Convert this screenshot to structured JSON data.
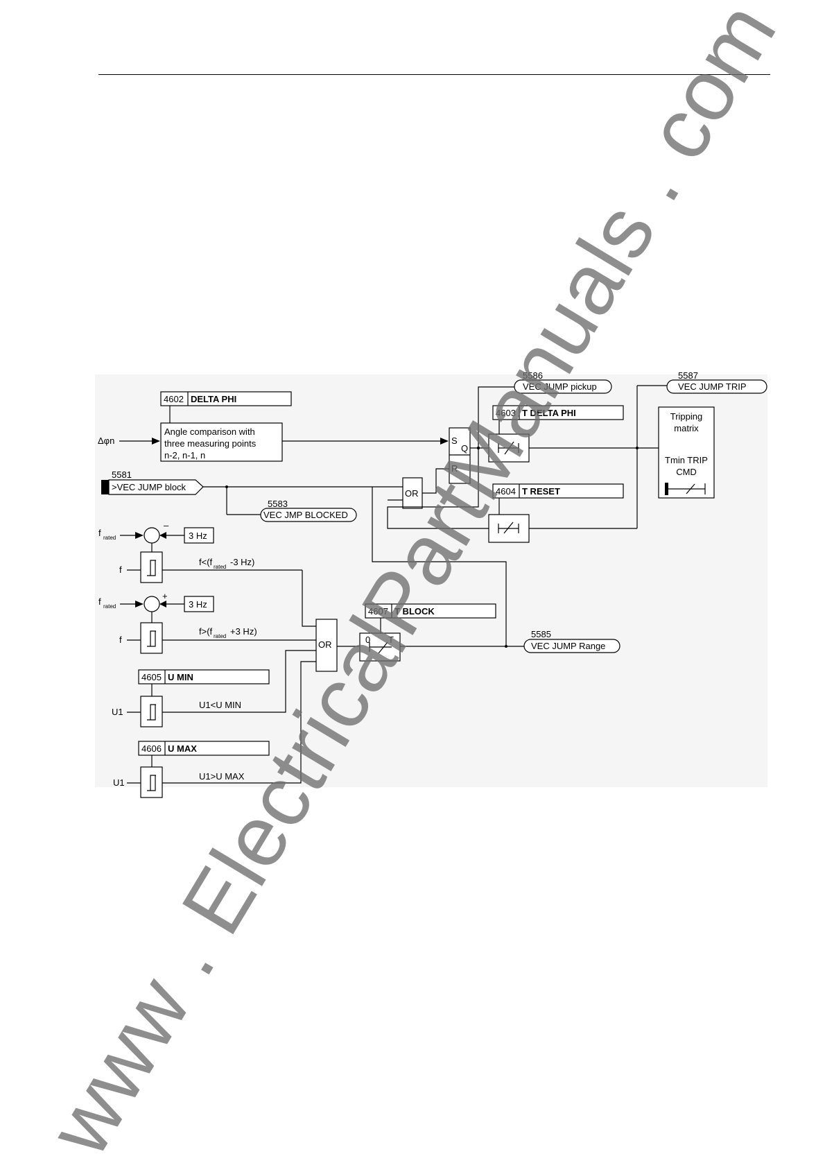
{
  "inputs": {
    "dphi": "Δφn",
    "f1": "f",
    "f2": "f",
    "u1a": "U1",
    "u1b": "U1",
    "frated": "f",
    "rated_sub": "rated"
  },
  "params": {
    "p4602": {
      "num": "4602",
      "name": "DELTA PHI"
    },
    "p4603": {
      "num": "4603",
      "name": "T DELTA PHI"
    },
    "p4604": {
      "num": "4604",
      "name": "T RESET"
    },
    "p4605": {
      "num": "4605",
      "name": "U MIN"
    },
    "p4606": {
      "num": "4606",
      "name": "U MAX"
    },
    "p4607": {
      "num": "4607",
      "name": "T BLOCK"
    }
  },
  "messages": {
    "m5581": {
      "num": "5581",
      "text": ">VEC JUMP block"
    },
    "m5583": {
      "num": "5583",
      "text": "VEC JMP BLOCKED"
    },
    "m5585": {
      "num": "5585",
      "text": "VEC JUMP Range"
    },
    "m5586": {
      "num": "5586",
      "text": "VEC JUMP pickup"
    },
    "m5587": {
      "num": "5587",
      "text": "VEC JUMP TRIP"
    }
  },
  "blocks": {
    "angle_line1": "Angle comparison with",
    "angle_line2": "three measuring points",
    "angle_line3": "n-2, n-1, n",
    "or_label": "OR",
    "ff_s": "S",
    "ff_q": "Q",
    "ff_r": "R",
    "hz3": "3 Hz",
    "minus": "–",
    "plus": "+",
    "timer_zero": "0",
    "timer_t": "T",
    "trip_line1": "Tripping",
    "trip_line2": "matrix",
    "trip_line3": "Tmin TRIP",
    "trip_line4": "CMD"
  },
  "signals": {
    "f_low_pre": "f<(f",
    "f_low_post": "-3 Hz)",
    "f_high_pre": "f>(f",
    "f_high_post": "+3 Hz)",
    "u_low": "U1<U MIN",
    "u_high": "U1>U MAX"
  },
  "watermark": "www . ElectricalPartManuals . com"
}
